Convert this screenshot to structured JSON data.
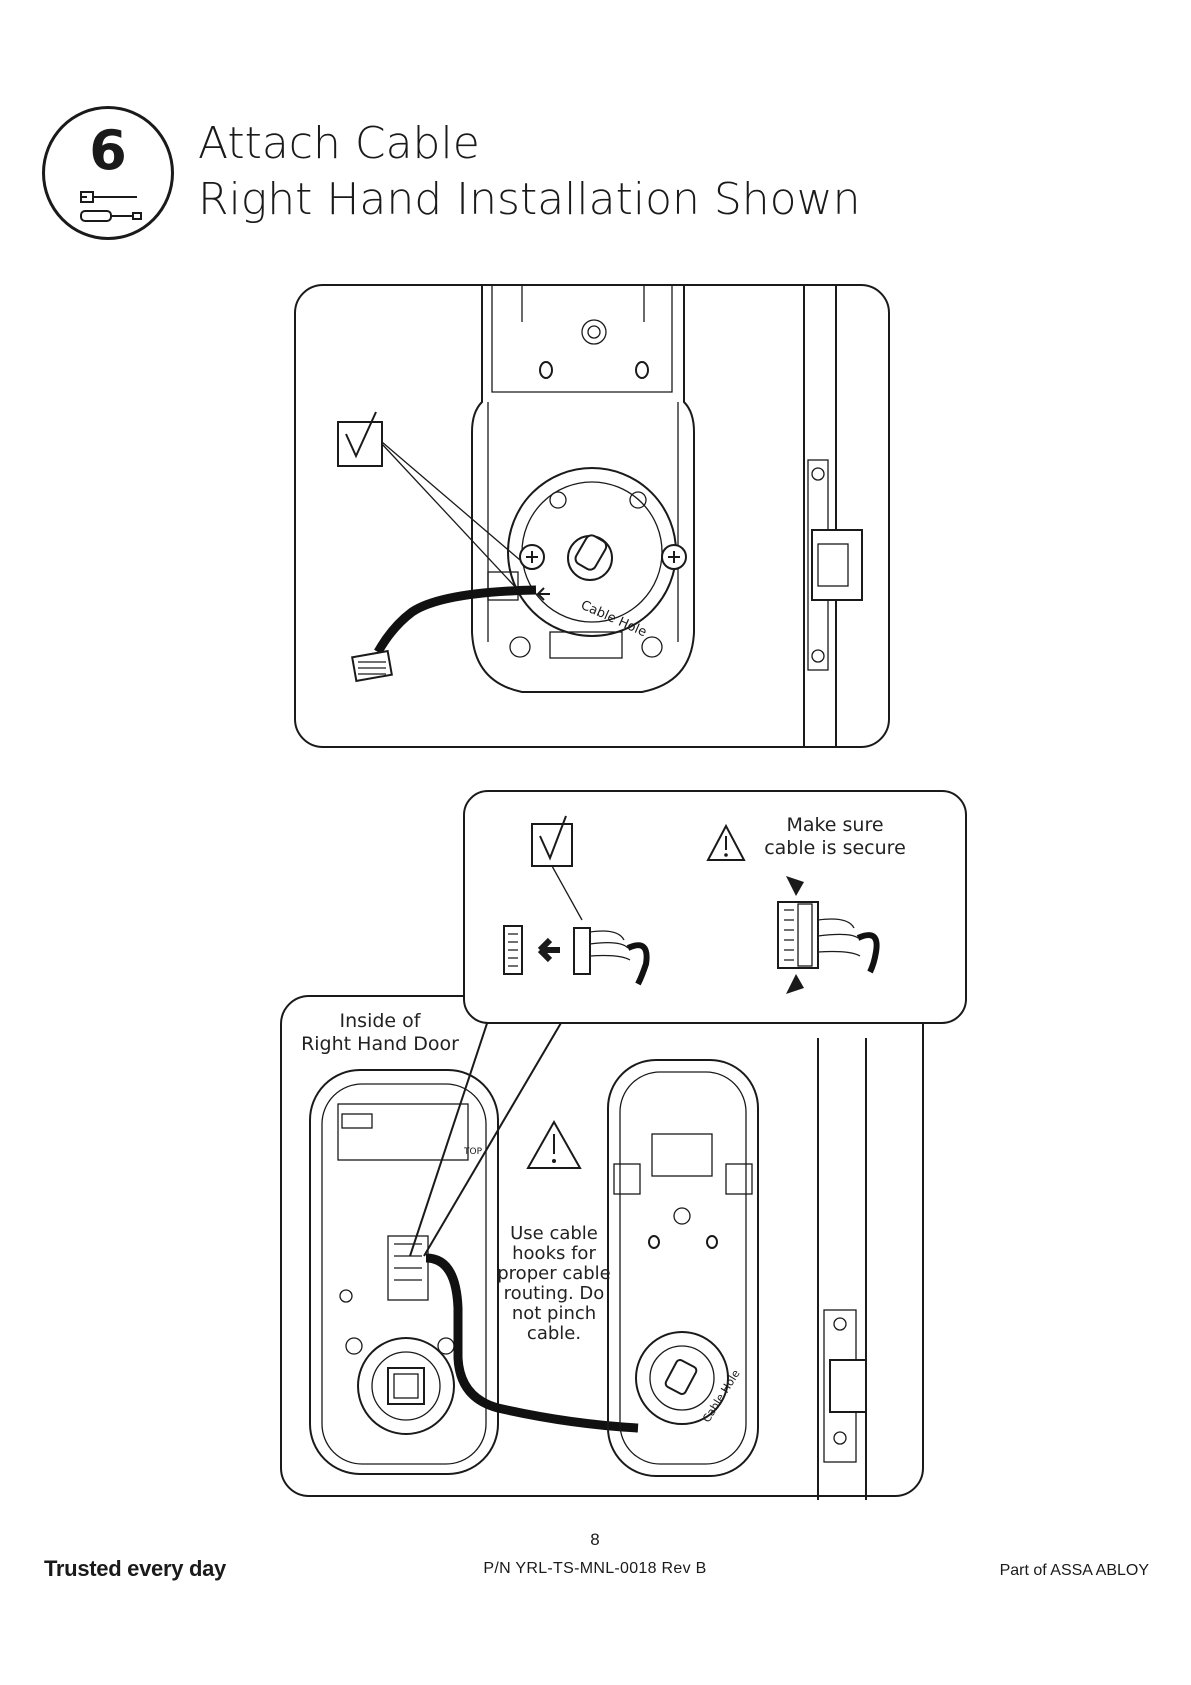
{
  "step": {
    "number": "6",
    "title_line1": "Attach Cable",
    "title_line2": "Right Hand Installation Shown"
  },
  "figure_top": {
    "cable_hole_label": "Cable Hole"
  },
  "figure_bottom": {
    "make_sure_line1": "Make sure",
    "make_sure_line2": "cable is secure",
    "inside_line1": "Inside of",
    "inside_line2": "Right Hand Door",
    "hooks_note_lines": [
      "Use cable",
      "hooks for",
      "proper cable",
      "routing. Do",
      "not pinch",
      "cable."
    ],
    "top_label": "TOP",
    "cable_label": "Cable Hole"
  },
  "footer": {
    "tagline": "Trusted every day",
    "page_number": "8",
    "part_number": "P/N YRL-TS-MNL-0018 Rev B",
    "brand": "Part of ASSA ABLOY"
  }
}
